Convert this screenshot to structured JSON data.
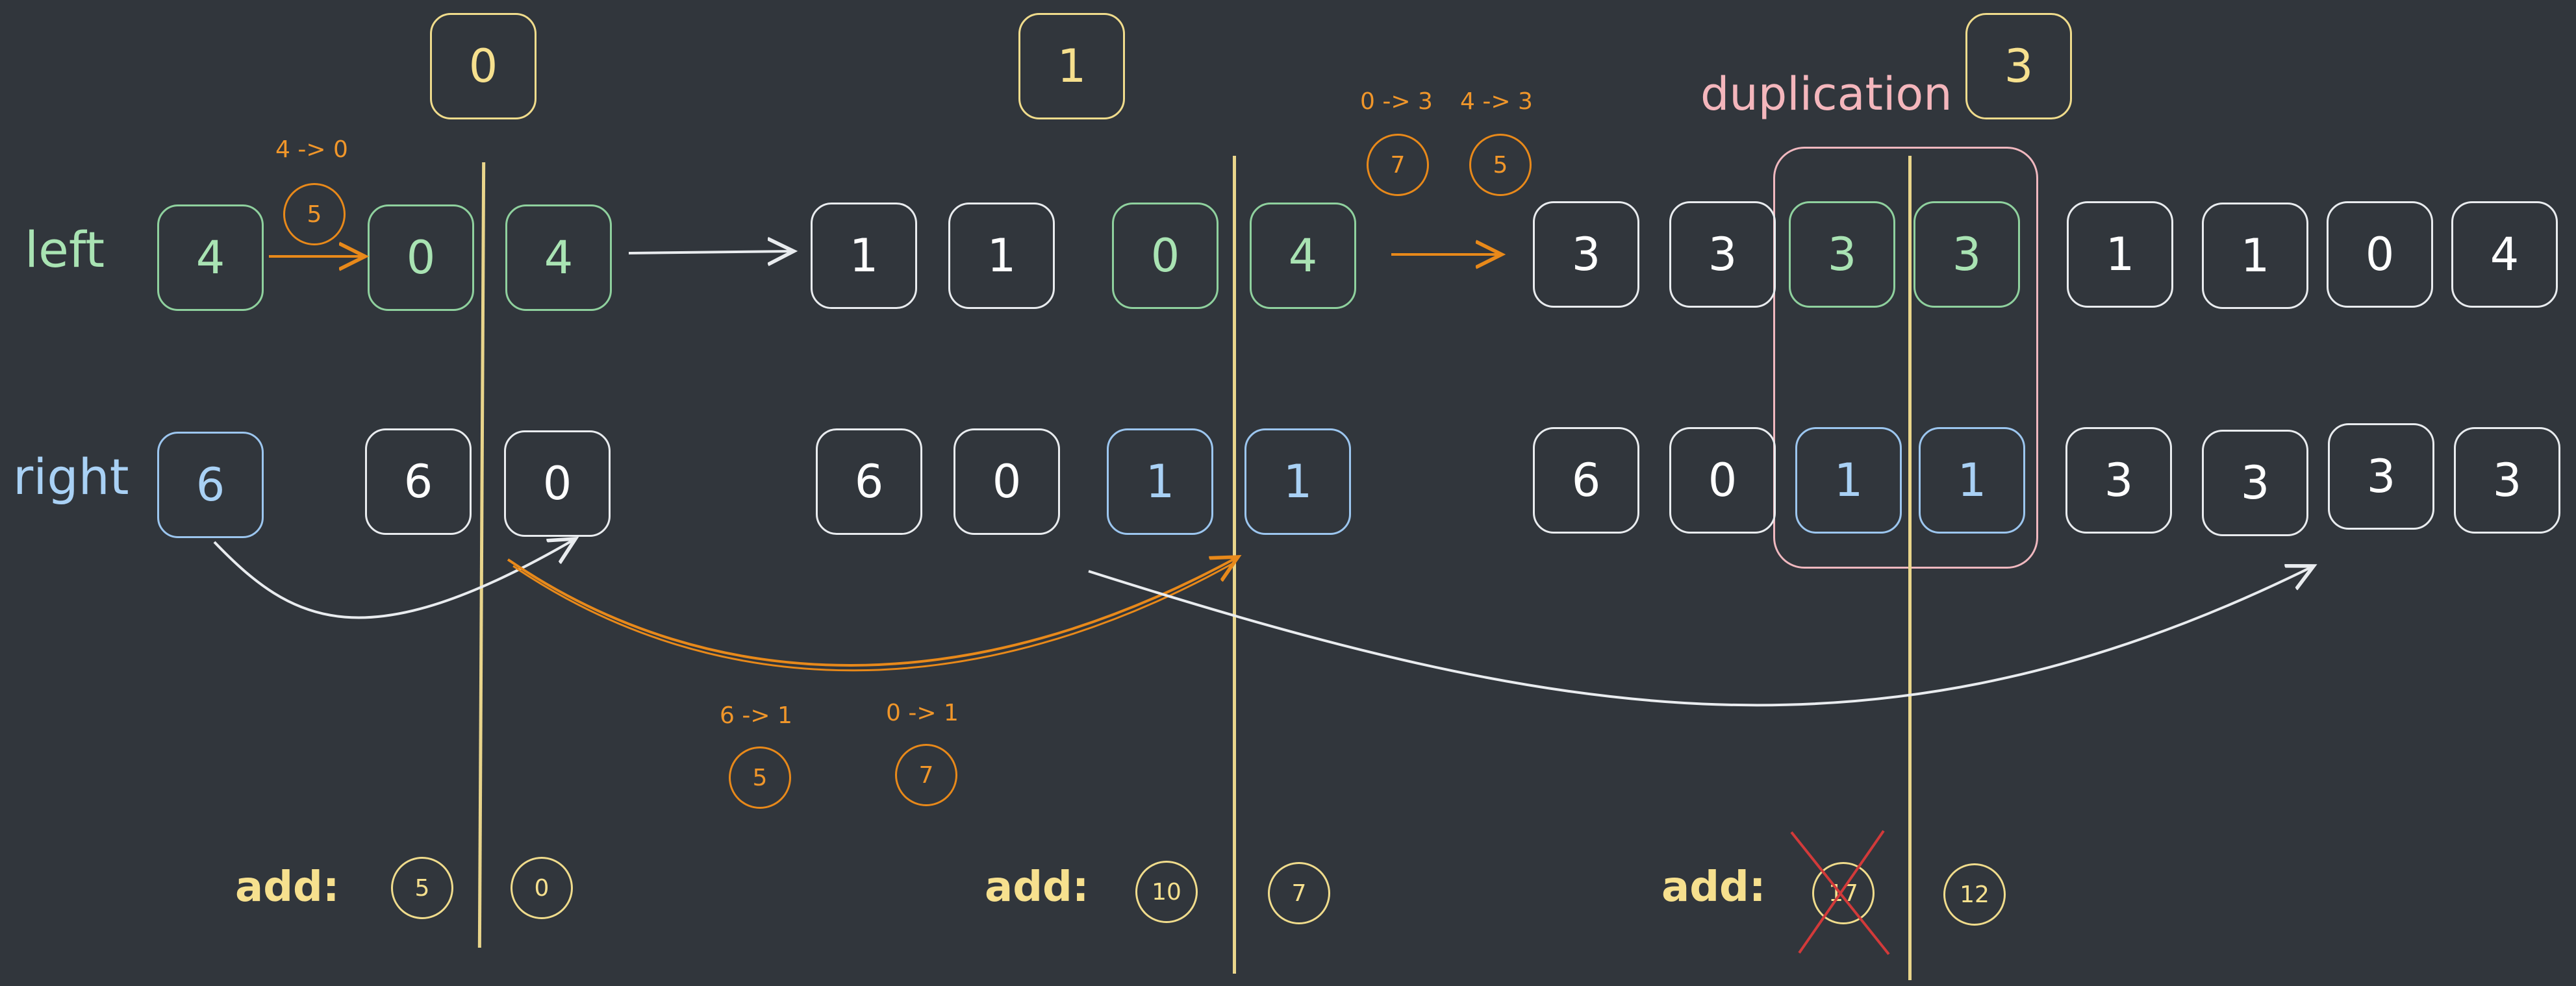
{
  "row_labels": {
    "left": "left",
    "right": "right"
  },
  "groups": [
    {
      "id": "0",
      "index_value": "0",
      "left": [
        "4",
        "0",
        "4"
      ],
      "right": [
        "6",
        "6",
        "0"
      ],
      "move_top": {
        "text": "4 -> 0",
        "value": "5"
      },
      "move_bottom": [
        {
          "text": "6 -> 1",
          "value": "5"
        },
        {
          "text": "0 -> 1",
          "value": "7"
        }
      ],
      "add_label": "add:",
      "add_before": "5",
      "add_after": "0"
    },
    {
      "id": "1",
      "index_value": "1",
      "left": [
        "1",
        "1",
        "0",
        "4"
      ],
      "right": [
        "6",
        "0",
        "1",
        "1"
      ],
      "move_top": [
        {
          "text": "0 -> 3",
          "value": "7"
        },
        {
          "text": "4 -> 3",
          "value": "5"
        }
      ],
      "add_label": "add:",
      "add_before": "10",
      "add_after": "7"
    },
    {
      "id": "3",
      "index_value": "3",
      "dup_label": "duplication",
      "left": [
        "3",
        "3",
        "3",
        "3",
        "1",
        "1",
        "0",
        "4"
      ],
      "right": [
        "6",
        "0",
        "1",
        "1",
        "3",
        "3",
        "3",
        "3"
      ],
      "add_label": "add:",
      "add_before": "17",
      "add_before_crossed": true,
      "add_after": "12"
    }
  ],
  "colors": {
    "background": "#31363c",
    "green": "#a9e3b3",
    "blue": "#a9d1f5",
    "yellow": "#f6e08e",
    "orange": "#f0962a",
    "pink": "#f4b6bc",
    "cross": "#d23a3a"
  }
}
